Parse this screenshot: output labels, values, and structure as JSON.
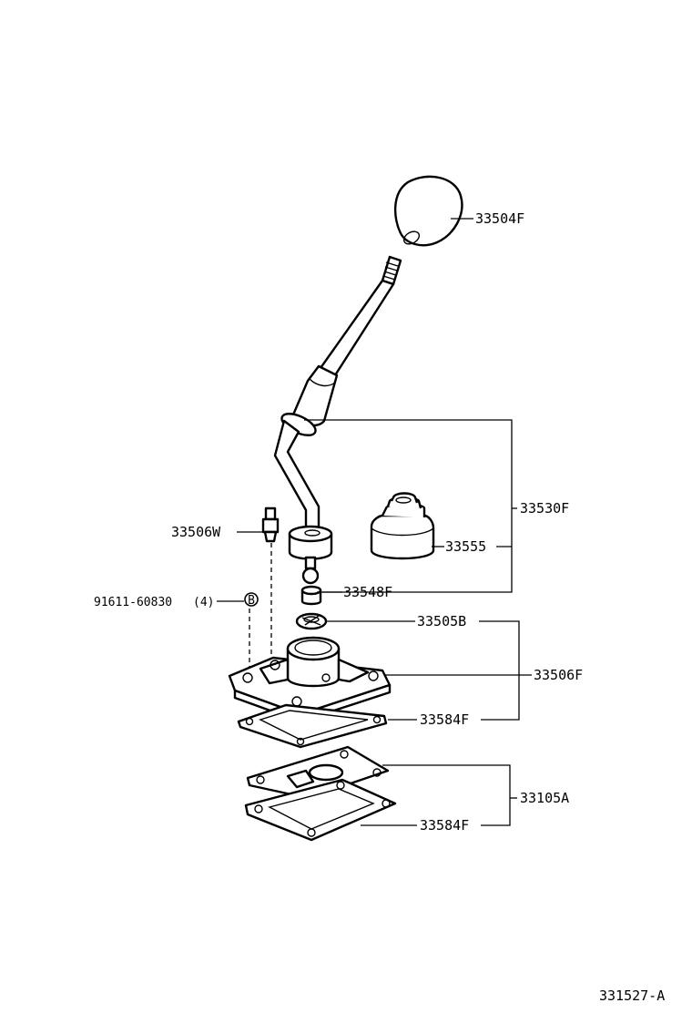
{
  "parts": {
    "knob": "33504F",
    "lever_assy": "33530F",
    "boot": "33555",
    "bushing": "33548F",
    "breather_plug": "33506W",
    "bolt": "91611-60830",
    "bolt_qty": "(4)",
    "bolt_symbol": "B",
    "seat": "33505B",
    "retainer": "33506F",
    "gasket_upper": "33584F",
    "plate": "33105A",
    "gasket_lower": "33584F"
  },
  "figure_id": "331527-A"
}
